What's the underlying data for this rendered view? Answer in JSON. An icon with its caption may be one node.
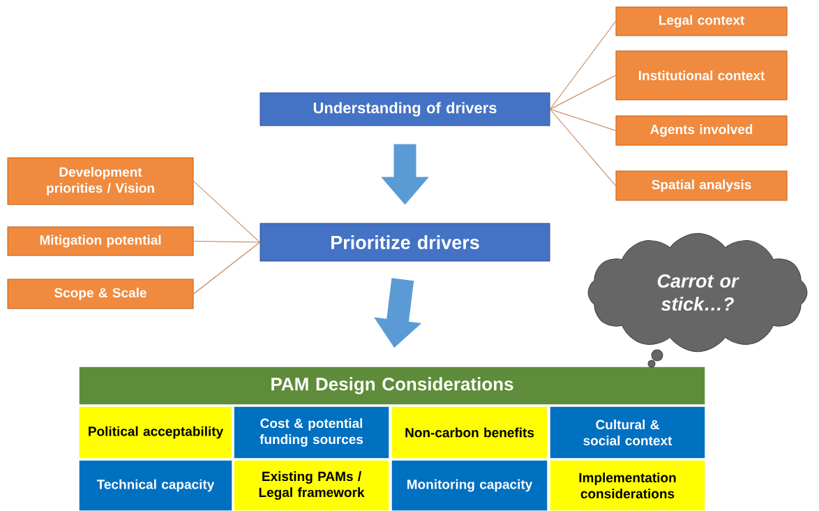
{
  "diagram": {
    "nodes": [
      {
        "text": [
          "Understanding of drivers"
        ]
      },
      {
        "text": [
          "Legal context"
        ]
      },
      {
        "text": [
          "Institutional context"
        ]
      },
      {
        "text": [
          "Agents involved"
        ]
      },
      {
        "text": [
          "Spatial analysis"
        ]
      },
      {
        "text": [
          "Prioritize drivers"
        ]
      },
      {
        "text": [
          "Development priorities / Vision"
        ]
      },
      {
        "text": [
          "Mitigation potential"
        ]
      },
      {
        "text": [
          "Scope & Scale"
        ]
      },
      {
        "text": [
          "PAM Design Considerations"
        ]
      },
      {
        "text": [
          "Political acceptability"
        ]
      },
      {
        "text": [
          "Cost & potential funding sources"
        ]
      },
      {
        "text": [
          "Non-carbon benefits"
        ]
      },
      {
        "text": [
          "Cultural & social context"
        ]
      },
      {
        "text": [
          "Technical capacity"
        ]
      },
      {
        "text": [
          "Existing PAMs / Legal framework"
        ]
      },
      {
        "text": [
          "Monitoring capacity"
        ]
      },
      {
        "text": [
          "Implementation considerations"
        ]
      },
      {
        "text": [
          "Carrot or stick…?"
        ]
      }
    ],
    "edges": [
      {
        "from": 0,
        "to": 1,
        "arrow": "none"
      },
      {
        "from": 0,
        "to": 2,
        "arrow": "none"
      },
      {
        "from": 0,
        "to": 3,
        "arrow": "none"
      },
      {
        "from": 0,
        "to": 4,
        "arrow": "none"
      },
      {
        "from": 0,
        "to": 5,
        "arrow": "to",
        "style": "thick",
        "color": "#5b9bd5"
      },
      {
        "from": 6,
        "to": 5,
        "arrow": "none"
      },
      {
        "from": 7,
        "to": 5,
        "arrow": "none"
      },
      {
        "from": 8,
        "to": 5,
        "arrow": "none"
      },
      {
        "from": 5,
        "to": 9,
        "arrow": "to",
        "style": "thick",
        "color": "#5b9bd5"
      }
    ]
  }
}
